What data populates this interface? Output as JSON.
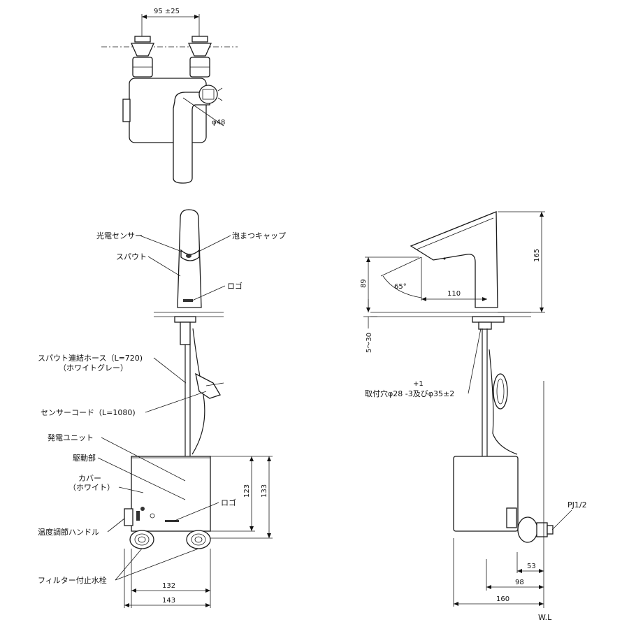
{
  "labels": {
    "sensor": "光電センサー",
    "aerator": "泡まつキャップ",
    "spout": "スパウト",
    "logo_top": "ロゴ",
    "hose": "スパウト連結ホース（L=720)",
    "hose_color": "（ホワイトグレー）",
    "cord": "センサーコード（L=1080)",
    "generator": "発電ユニット",
    "drive": "駆動部",
    "cover": "カバー",
    "cover_color": "（ホワイト）",
    "logo_bottom": "ロゴ",
    "temp_handle": "温度調節ハンドル",
    "filter_valve": "フィルター付止水栓",
    "mount_hole": "取付穴φ28 -3及びφ35±2",
    "mount_tol": "+1",
    "pj": "PJ1/2",
    "wl": "W.L"
  },
  "dims": {
    "top_spacing": "95 ±25",
    "diameter": "φ48",
    "h123": "123",
    "h133": "133",
    "w132": "132",
    "w143": "143",
    "h165": "165",
    "h89": "89",
    "angle": "65°",
    "w110": "110",
    "h5_30": "5～30",
    "w53": "53",
    "w98": "98",
    "w160": "160"
  }
}
